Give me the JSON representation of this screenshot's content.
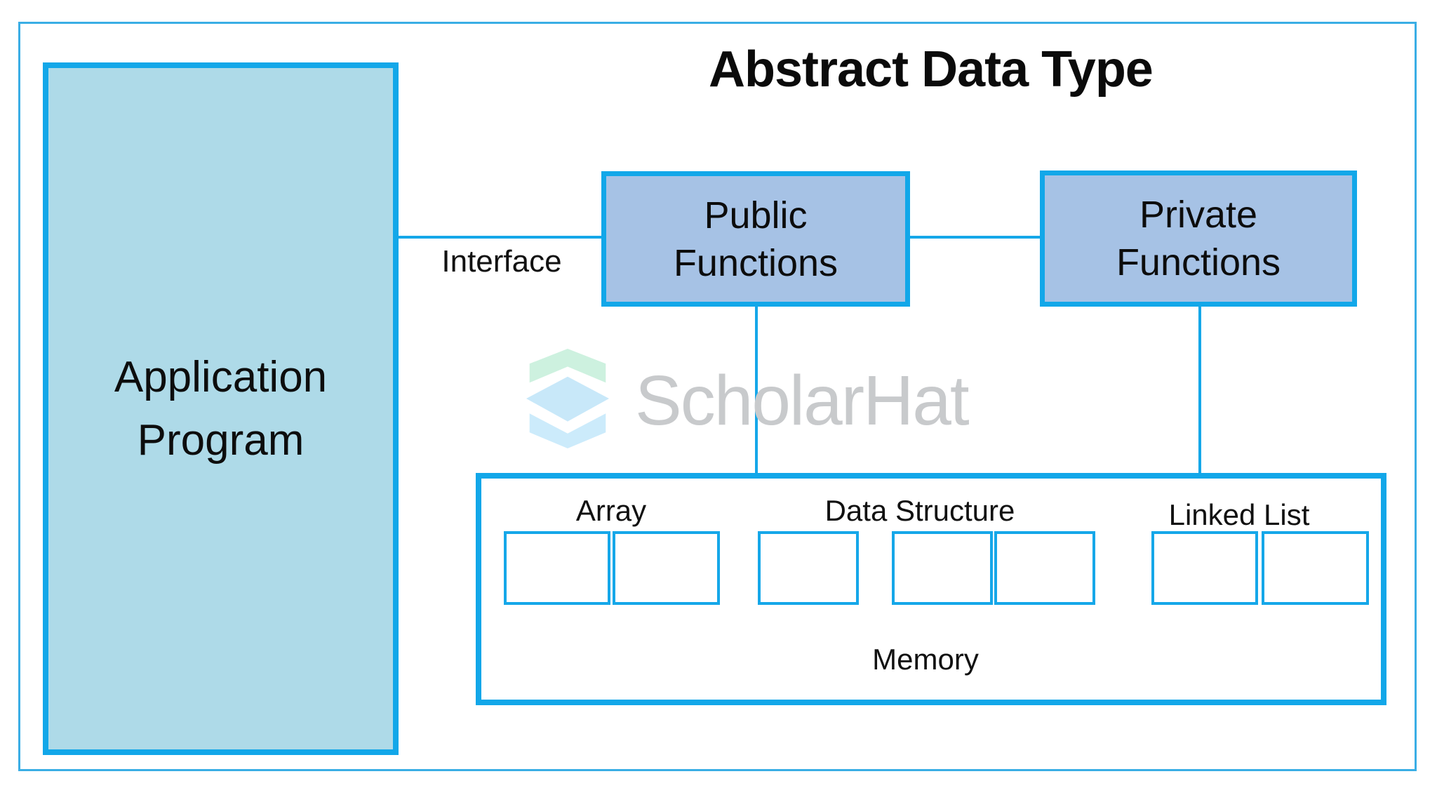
{
  "title": "Abstract Data Type",
  "application_box": {
    "line1": "Application",
    "line2": "Program"
  },
  "interface": {
    "label": "Interface"
  },
  "public_box": {
    "line1": "Public",
    "line2": "Functions"
  },
  "private_box": {
    "line1": "Private",
    "line2": "Functions"
  },
  "watermark": {
    "brand": "ScholarHat",
    "logo": "stacked-diamond-icon"
  },
  "memory_box": {
    "label": "Memory",
    "groups": [
      {
        "label": "Array",
        "cells": 2
      },
      {
        "label": "Data Structure",
        "cells": 3
      },
      {
        "label": "Linked List",
        "cells": 2
      }
    ]
  },
  "colors": {
    "box_border_blue": "#12A7E9",
    "outer_frame_blue": "#3AAEE5",
    "connector_blue": "#15A7E9",
    "application_fill": "#AEDAE8",
    "functions_fill": "#A6C2E5",
    "text_dark": "#0D0D0D",
    "watermark_gray": "#C8CACC",
    "logo_mint": "#CDF1DF",
    "logo_light_blue": "#C8E8F9"
  }
}
